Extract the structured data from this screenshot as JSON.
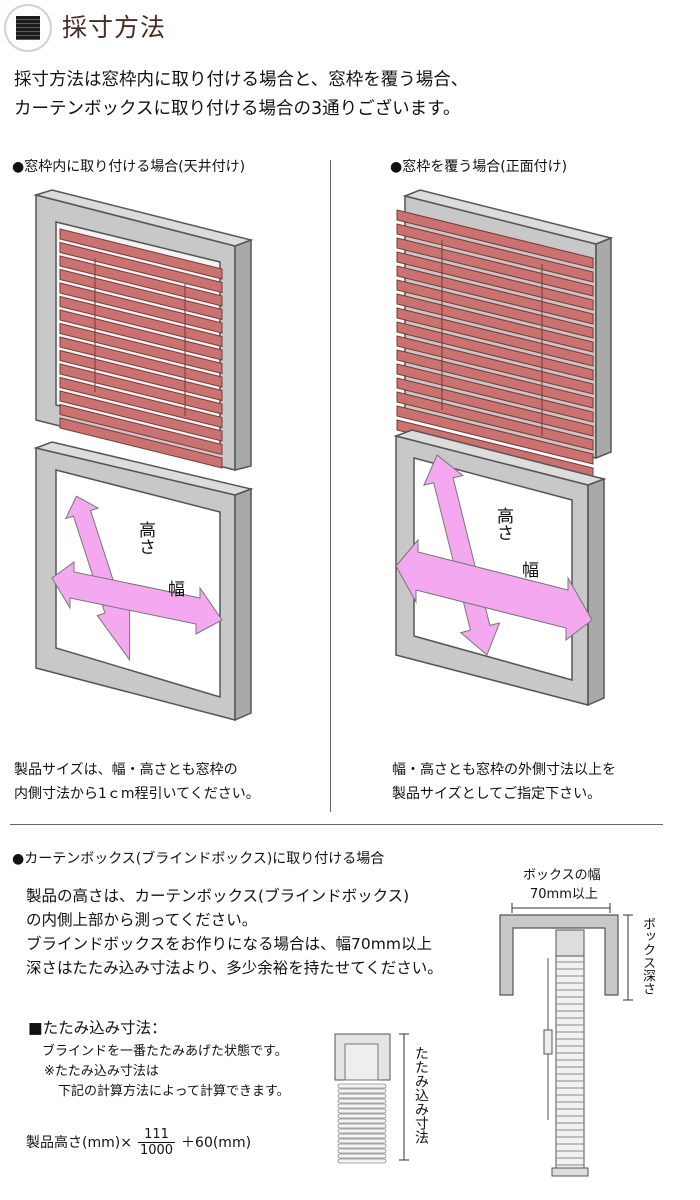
{
  "header": {
    "title": "採寸方法"
  },
  "intro": {
    "line1": "採寸方法は窓枠内に取り付ける場合と、窓枠を覆う場合、",
    "line2": "カーテンボックスに取り付ける場合の3通りございます。"
  },
  "inside": {
    "caption": "●窓枠内に取り付ける場合(天井付け)",
    "label_height": "高さ",
    "label_width": "幅",
    "note_line1": "製品サイズは、幅・高さとも窓枠の",
    "note_line2": "内側寸法から1ｃm程引いてください。"
  },
  "outside": {
    "caption": "●窓枠を覆う場合(正面付け)",
    "label_height": "高さ",
    "label_width": "幅",
    "note_line1": "幅・高さとも窓枠の外側寸法以上を",
    "note_line2": "製品サイズとしてご指定下さい。"
  },
  "box": {
    "caption": "●カーテンボックス(ブラインドボックス)に取り付ける場合",
    "text_line1": "製品の高さは、カーテンボックス(ブラインドボックス)",
    "text_line2": "の内側上部から測ってください。",
    "text_line3": "ブラインドボックスをお作りになる場合は、幅70mm以上",
    "text_line4": "深さはたたみ込み寸法より、多少余裕を持たせてください。",
    "diagram_width_label": "ボックスの幅",
    "diagram_width_value": "70mm以上",
    "diagram_depth_label": "ボックス深さ"
  },
  "fold": {
    "heading": "■たたみ込み寸法：",
    "line1": "ブラインドを一番たたみあげた状態です。",
    "line2": "※たたみ込み寸法は",
    "line3": "下記の計算方法によって計算できます。",
    "formula_prefix": "製品高さ(mm)×",
    "numerator": "111",
    "denominator": "1000",
    "formula_suffix": "＋60(mm)",
    "vertical_label": "たたみ込み寸法"
  },
  "colors": {
    "slat": "#c9726f",
    "slat_dark": "#7a3a38",
    "frame": "#c8c8c8",
    "arrow": "#f2a6f0"
  }
}
